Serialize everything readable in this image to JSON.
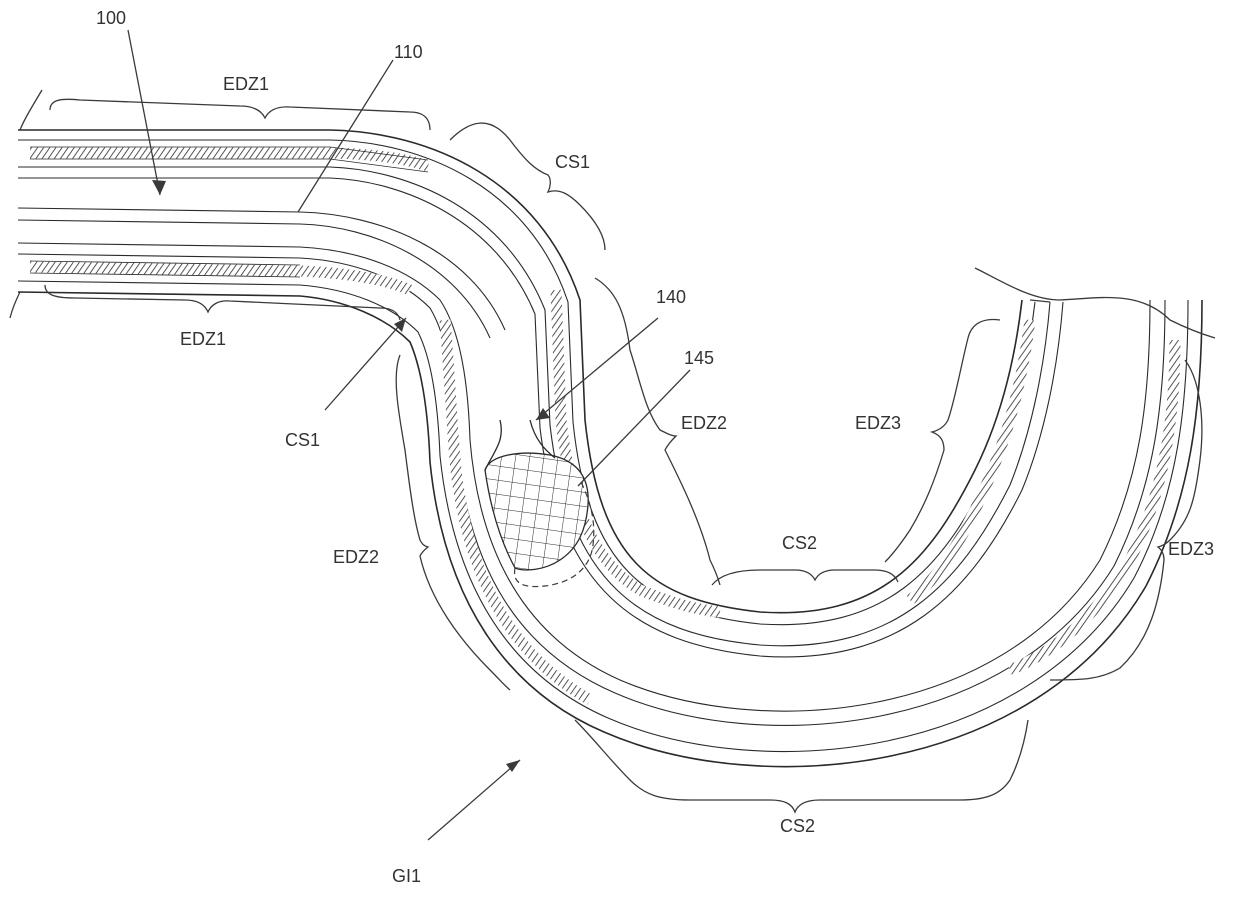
{
  "labels": {
    "ref_100": "100",
    "ref_110": "110",
    "ref_140": "140",
    "ref_145": "145",
    "edz1_top": "EDZ1",
    "edz1_bottom": "EDZ1",
    "cs1_outer": "CS1",
    "cs1_inner": "CS1",
    "edz2_inner": "EDZ2",
    "edz2_outer": "EDZ2",
    "edz3_inner": "EDZ3",
    "edz3_outer": "EDZ3",
    "cs2_inner": "CS2",
    "cs2_outer": "CS2",
    "gi1": "GI1"
  },
  "colors": {
    "line": "#2a2a2a",
    "text": "#333333",
    "background": "#ffffff"
  }
}
